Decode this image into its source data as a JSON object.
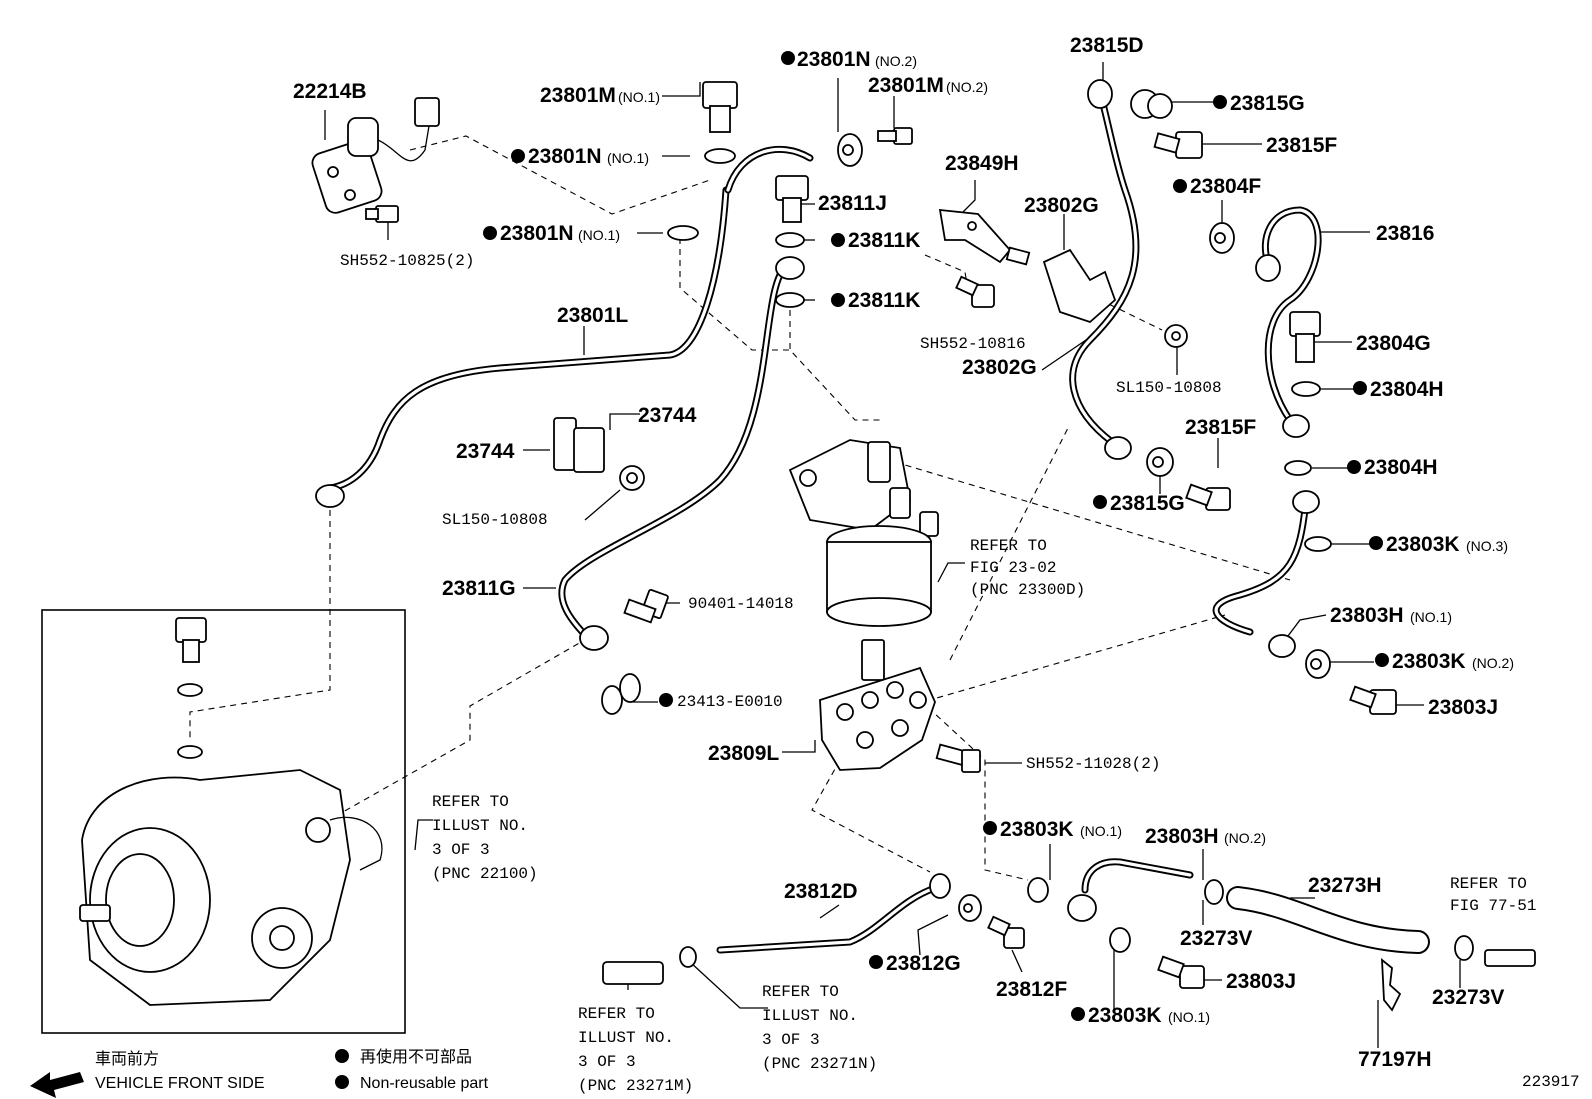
{
  "labels": {
    "p22214B": "22214B",
    "sh552_10825": "SH552-10825(2)",
    "p23801M_1": "23801M",
    "q_no1_a": "(NO.1)",
    "p23801N_2": "23801N",
    "q_no2_a": "(NO.2)",
    "p23801M_2": "23801M",
    "q_no2_b": "(NO.2)",
    "p23801N_1a": "23801N",
    "q_no1_b": "(NO.1)",
    "p23811J": "23811J",
    "p23801N_1b": "23801N",
    "q_no1_c": "(NO.1)",
    "p23811K_a": "23811K",
    "p23811K_b": "23811K",
    "p23801L": "23801L",
    "p23744_a": "23744",
    "p23744_b": "23744",
    "sl150_a": "SL150-10808",
    "p23811G": "23811G",
    "p90401": "90401-14018",
    "p23413": "23413-E0010",
    "p23809L": "23809L",
    "p23815D": "23815D",
    "p23815G_a": "23815G",
    "p23815F_a": "23815F",
    "p23849H": "23849H",
    "p23802G_a": "23802G",
    "sh552_10816": "SH552-10816",
    "p23802G_b": "23802G",
    "sl150_b": "SL150-10808",
    "p23804F": "23804F",
    "p23816": "23816",
    "p23804G": "23804G",
    "p23804H_a": "23804H",
    "p23804H_b": "23804H",
    "p23815F_b": "23815F",
    "p23815G_b": "23815G",
    "p23803K_3": "23803K",
    "q_no3": "(NO.3)",
    "p23803H_1": "23803H",
    "q_no1_d": "(NO.1)",
    "p23803K_2": "23803K",
    "q_no2_c": "(NO.2)",
    "p23803J_a": "23803J",
    "sh552_11028": "SH552-11028(2)",
    "p23803K_1a": "23803K",
    "q_no1_e": "(NO.1)",
    "p23803H_2": "23803H",
    "q_no2_d": "(NO.2)",
    "p23812D": "23812D",
    "p23273H": "23273H",
    "p23273V_a": "23273V",
    "p23812G": "23812G",
    "p23812F": "23812F",
    "p23803J_b": "23803J",
    "p23803K_1b": "23803K",
    "q_no1_f": "(NO.1)",
    "p23273V_b": "23273V",
    "p77197H": "77197H"
  },
  "refs": {
    "fig2302": [
      "REFER TO",
      "FIG 23-02",
      "(PNC 23300D)"
    ],
    "illust_22100": [
      "REFER TO",
      "ILLUST NO.",
      "3 OF 3",
      "(PNC 22100)"
    ],
    "illust_23271M": [
      "REFER TO",
      "ILLUST NO.",
      "3 OF 3",
      "(PNC 23271M)"
    ],
    "illust_23271N": [
      "REFER TO",
      "ILLUST NO.",
      "3 OF 3",
      "(PNC 23271N)"
    ],
    "fig7751": [
      "REFER TO",
      "FIG 77-51"
    ]
  },
  "legend": {
    "front_jp": "車両前方",
    "front_en": "VEHICLE FRONT SIDE",
    "nonreuse_jp": "再使用不可部品",
    "nonreuse_en": "Non-reusable part"
  },
  "figure_number": "223917"
}
